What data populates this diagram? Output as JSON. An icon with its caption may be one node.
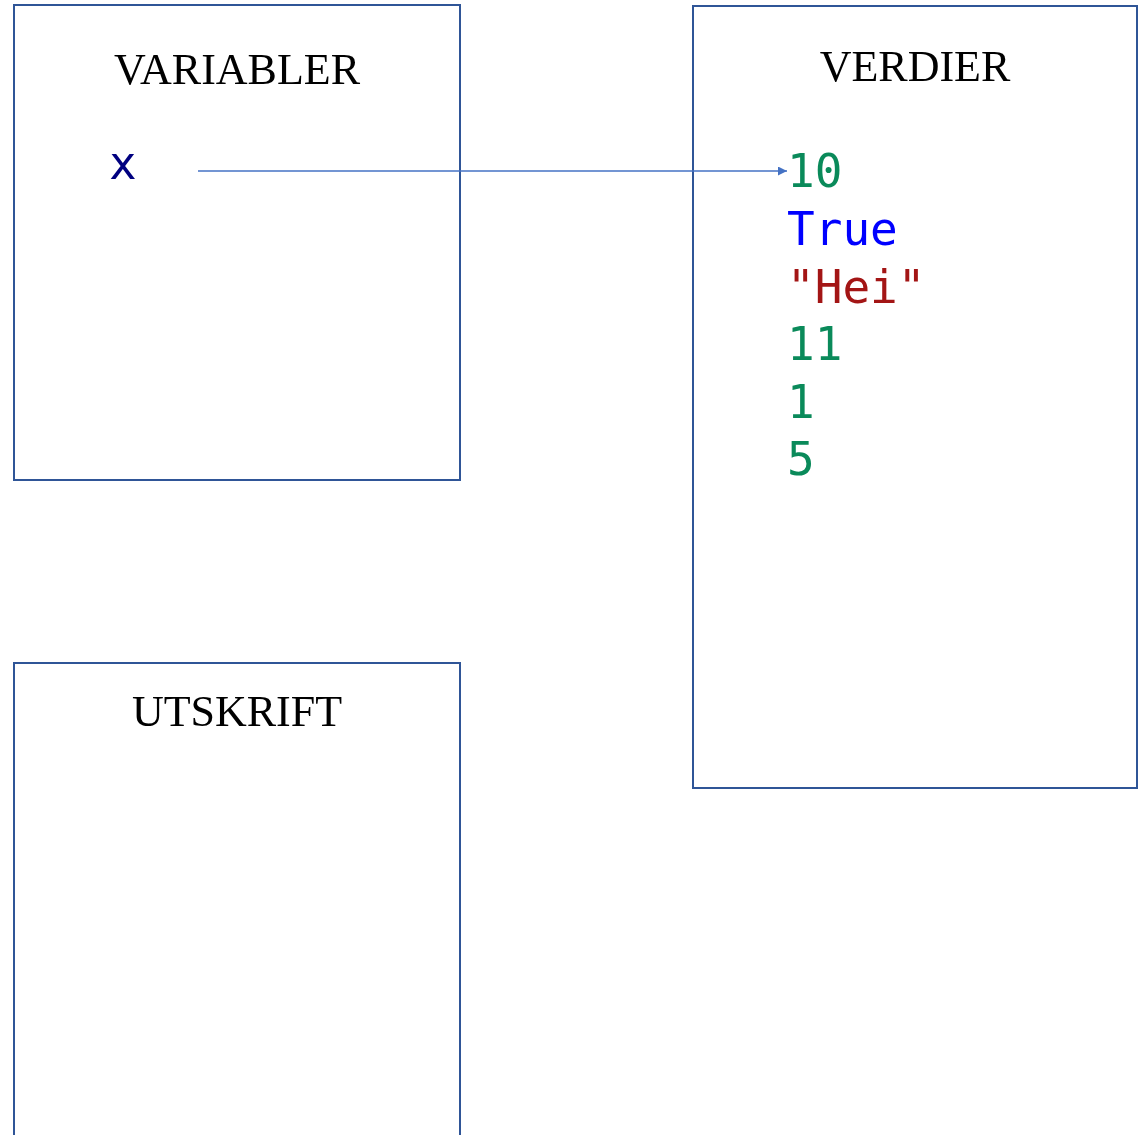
{
  "diagram": {
    "nodes": [
      {
        "text": [
          "VARIABLER"
        ]
      },
      {
        "text": [
          "x"
        ],
        "in": 0
      },
      {
        "text": [
          "VERDIER"
        ]
      },
      {
        "text": [
          "10"
        ],
        "in": 2
      },
      {
        "text": [
          "UTSKRIFT"
        ]
      }
    ],
    "edges": [
      {
        "from": 1,
        "to": 3,
        "arrow": "to",
        "color": "#4472c4"
      }
    ],
    "labels": [
      "True",
      "\"Hei\"",
      "11",
      "1",
      "5"
    ]
  }
}
